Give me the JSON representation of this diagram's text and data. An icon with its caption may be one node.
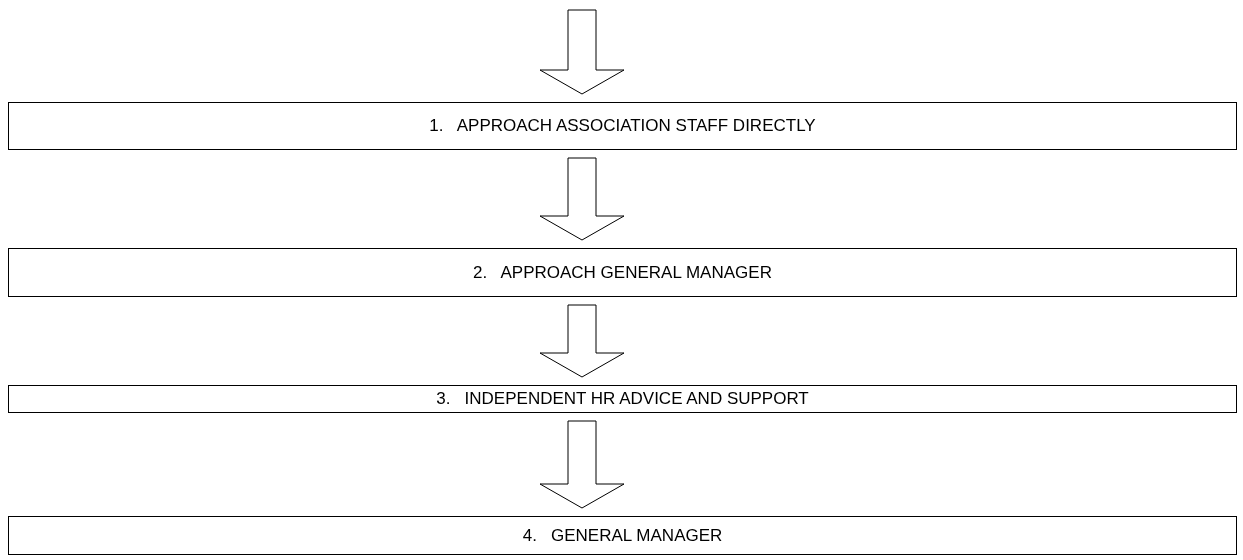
{
  "diagram": {
    "nodes": [
      {
        "text": [
          "1.   APPROACH ASSOCIATION STAFF DIRECTLY"
        ]
      },
      {
        "text": [
          "2.   APPROACH GENERAL MANAGER"
        ]
      },
      {
        "text": [
          "3.   INDEPENDENT HR ADVICE AND SUPPORT"
        ]
      },
      {
        "text": [
          "4.   GENERAL MANAGER"
        ]
      }
    ],
    "edges": [
      {
        "from": null,
        "to": 0,
        "arrow": "to"
      },
      {
        "from": 0,
        "to": 1,
        "arrow": "to"
      },
      {
        "from": 1,
        "to": 2,
        "arrow": "to"
      },
      {
        "from": 2,
        "to": 3,
        "arrow": "to"
      }
    ]
  }
}
